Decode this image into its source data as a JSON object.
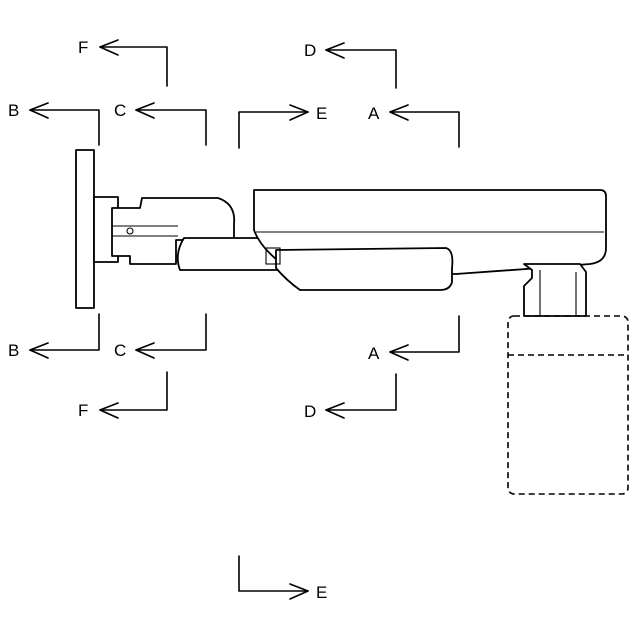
{
  "section_labels": {
    "A": "A",
    "B": "B",
    "C": "C",
    "D": "D",
    "E": "E",
    "F": "F"
  }
}
